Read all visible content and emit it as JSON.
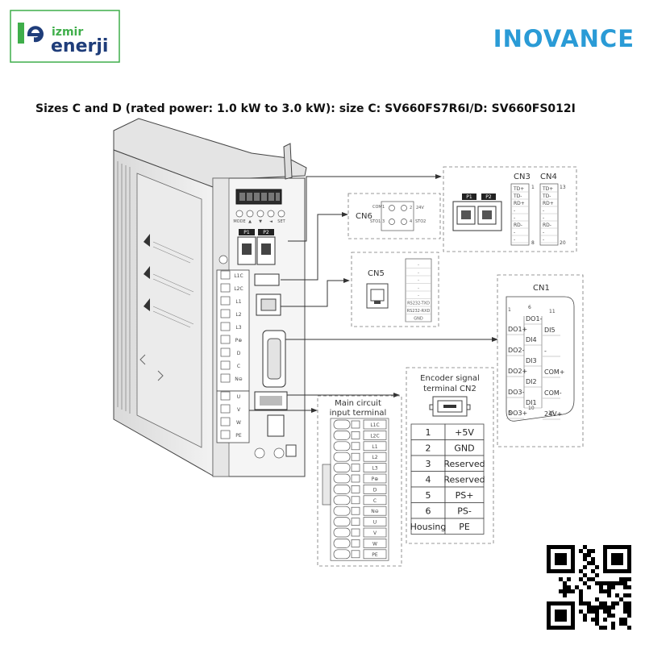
{
  "header": {
    "logo_top": "izmir",
    "logo_bottom": "enerji",
    "brand": "INOVANCE",
    "brand_color": "#2a9bd6",
    "logo_green": "#3fae4a",
    "logo_navy": "#1f3d7a"
  },
  "title": "Sizes C and D (rated power: 1.0 kW to 3.0 kW): size C: SV660FS7R6I/D: SV660FS012I",
  "panel": {
    "keys": [
      "MODE",
      "▲",
      "▼",
      "◄",
      "SET"
    ],
    "ports": [
      "P1",
      "P2"
    ],
    "side_terminals": [
      "L1C",
      "L2C",
      "L1",
      "L2",
      "L3",
      "P⊕",
      "D",
      "C",
      "N⊖",
      "U",
      "V",
      "W",
      "PE"
    ]
  },
  "cn6": {
    "label": "CN6",
    "pins": [
      "COM",
      "1",
      "2",
      "24V",
      "STO1",
      "3",
      "4",
      "STO2"
    ]
  },
  "cn34": {
    "ports": [
      "P1",
      "P2"
    ],
    "cn3_label": "CN3",
    "cn4_label": "CN4",
    "cn3_pins": [
      "TD+",
      "TD-",
      "RD+",
      "-",
      "-",
      "RD-",
      "-",
      "-"
    ],
    "cn4_pins": [
      "TD+",
      "TD-",
      "RD+",
      "-",
      "-",
      "RD-",
      "-",
      "-"
    ],
    "pin_numbers": [
      "1",
      "8",
      "13",
      "20"
    ]
  },
  "cn5": {
    "label": "CN5",
    "pins": [
      "-",
      "-",
      "-",
      "-",
      "-",
      "RS232-TXD",
      "RS232-RXD",
      "GND"
    ]
  },
  "cn1": {
    "label": "CN1",
    "corner_numbers": [
      "1",
      "6",
      "11",
      "5",
      "10",
      "15"
    ],
    "col1": [
      "DO1+",
      "DO2-",
      "DO2+",
      "DO3-",
      "DO3+"
    ],
    "col2": [
      "DO1-",
      "DI4",
      "DI3",
      "DI2",
      "DI1"
    ],
    "col3": [
      "DI5",
      "-",
      "COM+",
      "COM-",
      "24V+"
    ]
  },
  "encoder": {
    "title_line1": "Encoder signal",
    "title_line2": "terminal CN2",
    "rows": [
      [
        "1",
        "+5V"
      ],
      [
        "2",
        "GND"
      ],
      [
        "3",
        "Reserved"
      ],
      [
        "4",
        "Reserved"
      ],
      [
        "5",
        "PS+"
      ],
      [
        "6",
        "PS-"
      ],
      [
        "Housing",
        "PE"
      ]
    ]
  },
  "main_circuit": {
    "title_line1": "Main circuit",
    "title_line2": "input terminal",
    "terminals": [
      "L1C",
      "L2C",
      "L1",
      "L2",
      "L3",
      "P⊕",
      "D",
      "C",
      "N⊖",
      "U",
      "V",
      "W",
      "PE"
    ]
  },
  "qr": {
    "icon": "qr-code-icon"
  }
}
